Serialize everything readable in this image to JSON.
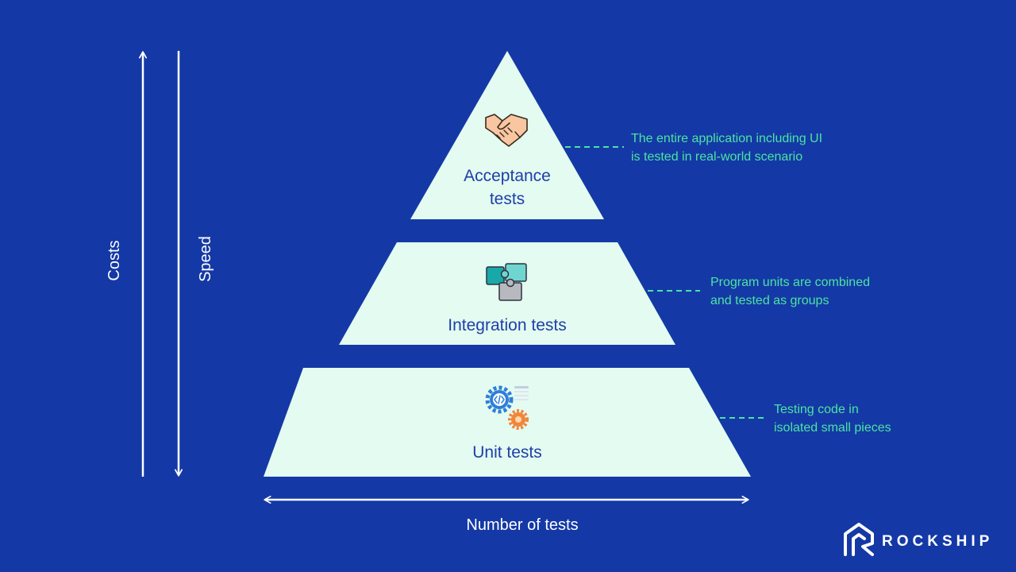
{
  "colors": {
    "background": "#1439a6",
    "pyramid_fill": "#e3fbf0",
    "tier_text": "#1e3fa8",
    "description_text": "#4be3a3",
    "axis": "#ffffff"
  },
  "axes": {
    "costs_label": "Costs",
    "speed_label": "Speed",
    "number_label": "Number of tests"
  },
  "tiers": {
    "acceptance": {
      "label_line1": "Acceptance",
      "label_line2": "tests",
      "icon": "handshake-icon",
      "desc_line1": "The entire application including UI",
      "desc_line2": "is tested in real-world scenario"
    },
    "integration": {
      "label": "Integration tests",
      "icon": "puzzle-icon",
      "desc_line1": "Program units are combined",
      "desc_line2": "and tested as groups"
    },
    "unit": {
      "label": "Unit tests",
      "icon": "code-gear-icon",
      "desc_line1": "Testing code in",
      "desc_line2": "isolated small pieces"
    }
  },
  "brand": {
    "name": "ROCKSHIP",
    "icon": "rockship-logo-icon"
  }
}
